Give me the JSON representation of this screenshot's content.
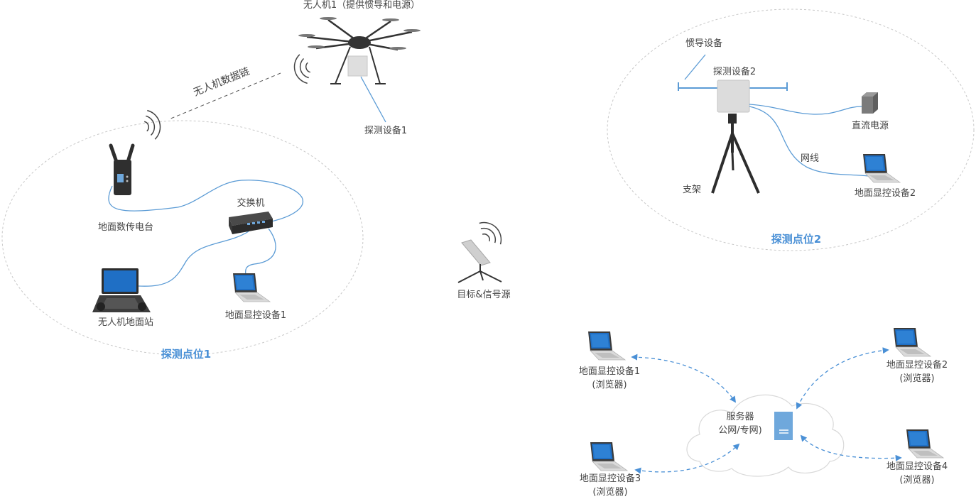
{
  "colors": {
    "accent": "#4a90d6",
    "link": "#5b9bd5",
    "ellipse": "#c8c8c8",
    "text": "#444444",
    "cloud": "#d9d9d9"
  },
  "site1": {
    "title": "探测点位1",
    "radio": "地面数传电台",
    "switch": "交换机",
    "gcs": "无人机地面站",
    "display": "地面显控设备1"
  },
  "uav": {
    "title": "无人机1（提供惯导和电源）",
    "detector": "探测设备1",
    "datalink": "无人机数据链"
  },
  "target": "目标&信号源",
  "site2": {
    "title": "探测点位2",
    "ins": "惯导设备",
    "detector": "探测设备2",
    "dc_power": "直流电源",
    "cable": "网线",
    "tripod": "支架",
    "display": "地面显控设备2"
  },
  "network": {
    "server_line1": "服务器",
    "server_line2": "公网/专网)",
    "clients": [
      {
        "line1": "地面显控设备1",
        "line2": "(浏览器)"
      },
      {
        "line1": "地面显控设备2",
        "line2": "(浏览器)"
      },
      {
        "line1": "地面显控设备3",
        "line2": "(浏览器)"
      },
      {
        "line1": "地面显控设备4",
        "line2": "(浏览器)"
      }
    ]
  }
}
